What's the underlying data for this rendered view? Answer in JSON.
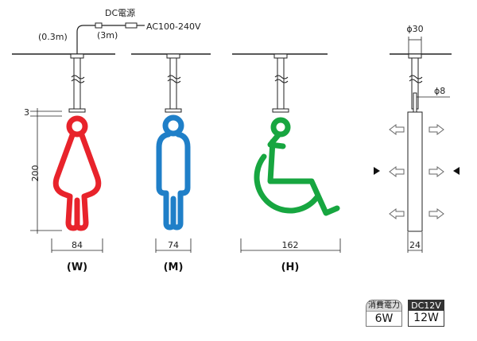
{
  "wiring": {
    "dc_power_label": "DC電源",
    "ac_label": "AC100-240V",
    "cord_short": "(0.3m)",
    "cord_long": "(3m)"
  },
  "signs": [
    {
      "key": "W",
      "label": "(W)",
      "width_dim": "84",
      "color": "#e8232b"
    },
    {
      "key": "M",
      "label": "(M)",
      "width_dim": "74",
      "color": "#1f7fc8"
    },
    {
      "key": "H",
      "label": "(H)",
      "width_dim": "162",
      "color": "#17a640"
    }
  ],
  "dims": {
    "height": "200",
    "top_gap": "3",
    "ceiling_plate_dia": "ϕ30",
    "pipe_dia": "ϕ8",
    "depth": "24"
  },
  "specs": {
    "power_header": "消費電力",
    "power_value": "6W",
    "voltage_header": "DC12V",
    "voltage_value": "12W"
  }
}
